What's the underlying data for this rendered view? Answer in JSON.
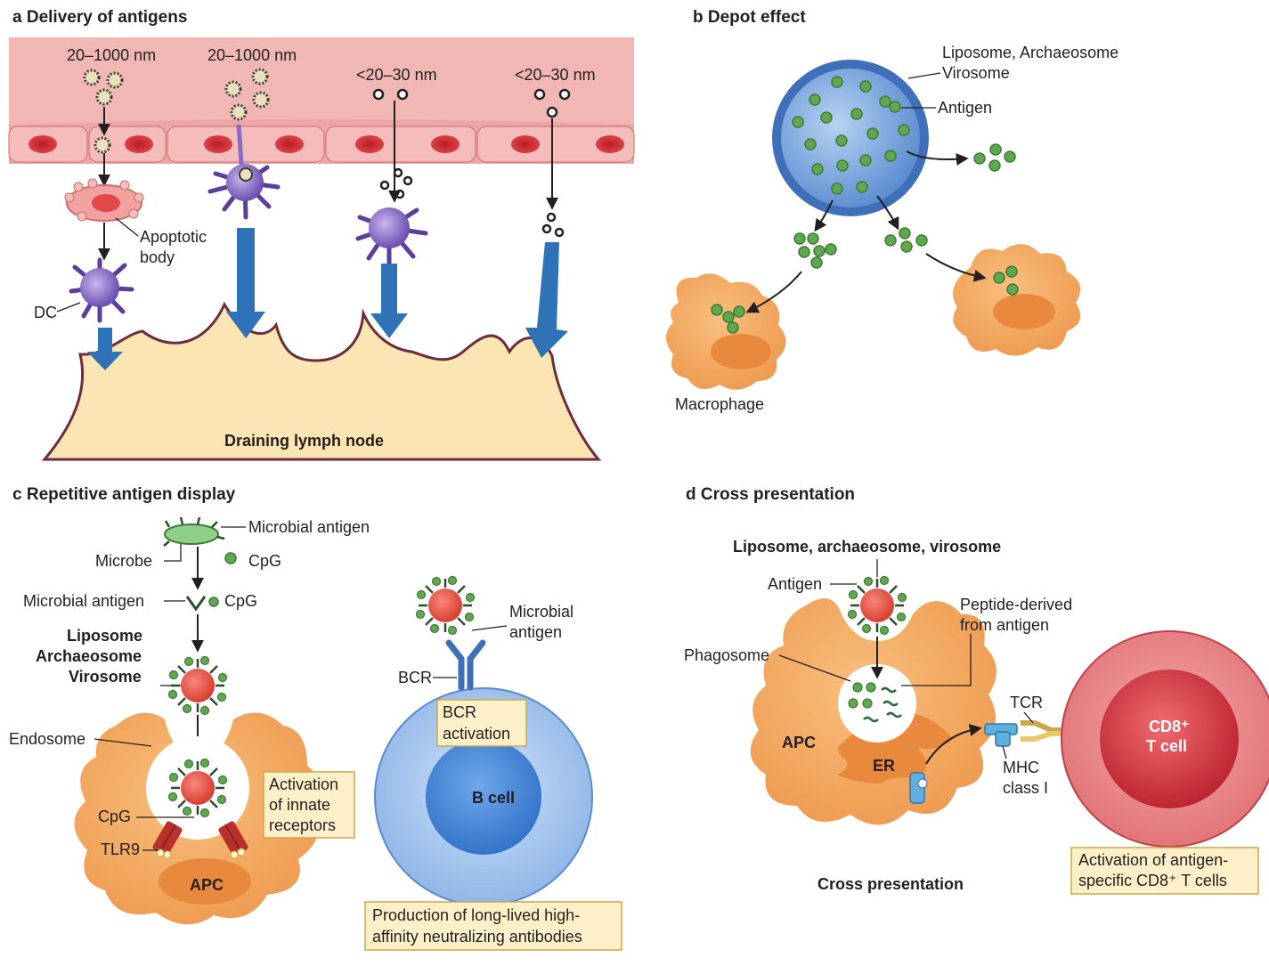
{
  "panel_a": {
    "title": "a  Delivery of antigens",
    "size_1": "20–1000 nm",
    "size_2": "20–1000 nm",
    "size_3": "<20–30 nm",
    "size_4": "<20–30 nm",
    "apoptotic_1": "Apoptotic",
    "apoptotic_2": "body",
    "dc": "DC",
    "lymph_node": "Draining lymph node"
  },
  "panel_b": {
    "title": "b  Depot effect",
    "carrier_1": "Liposome, Archaeosome",
    "carrier_2": "Virosome",
    "antigen": "Antigen",
    "macrophage": "Macrophage"
  },
  "panel_c": {
    "title": "c  Repetitive antigen display",
    "microbial_antigen_top": "Microbial antigen",
    "microbe": "Microbe",
    "cpg_1": "CpG",
    "microbial_antigen_mid": "Microbial antigen",
    "cpg_2": "CpG",
    "carrier_1": "Liposome",
    "carrier_2": "Archaeosome",
    "carrier_3": "Virosome",
    "endosome": "Endosome",
    "cpg_3": "CpG",
    "tlr9": "TLR9",
    "apc": "APC",
    "innate_1": "Activation",
    "innate_2": "of innate",
    "innate_3": "receptors",
    "microbial_1": "Microbial",
    "microbial_2": "antigen",
    "bcr": "BCR",
    "bcr_act_1": "BCR",
    "bcr_act_2": "activation",
    "b_cell": "B cell",
    "antibodies_1": "Production of long-lived high-",
    "antibodies_2": "affinity neutralizing antibodies"
  },
  "panel_d": {
    "title": "d  Cross presentation",
    "carrier": "Liposome, archaeosome, virosome",
    "antigen": "Antigen",
    "peptide_1": "Peptide-derived",
    "peptide_2": "from antigen",
    "phagosome": "Phagosome",
    "tcr": "TCR",
    "apc": "APC",
    "er": "ER",
    "mhc_1": "MHC",
    "mhc_2": "class I",
    "cd8_1": "CD8⁺",
    "cd8_2": "T cell",
    "cross": "Cross presentation",
    "activation_1": "Activation of antigen-",
    "activation_2": "specific CD8⁺ T cells"
  },
  "colors": {
    "endothelium": "#f1b7b5",
    "red_cell": "#d9383a",
    "dc": "#8a6bc4",
    "lymph_node": "#fbe6b3",
    "node_border": "#6e2b3c",
    "blue_arrow": "#2f72b8",
    "liposome": "#6fa0dc",
    "antigen_green": "#5fa84f",
    "macrophage": "#f2a55f",
    "apc": "#f0a25c",
    "er": "#e07d2e",
    "core_red": "#e0463a",
    "b_cell": "#9fc3ec",
    "t_cell": "#e05a5e",
    "box_fill": "#fdf0c8"
  }
}
